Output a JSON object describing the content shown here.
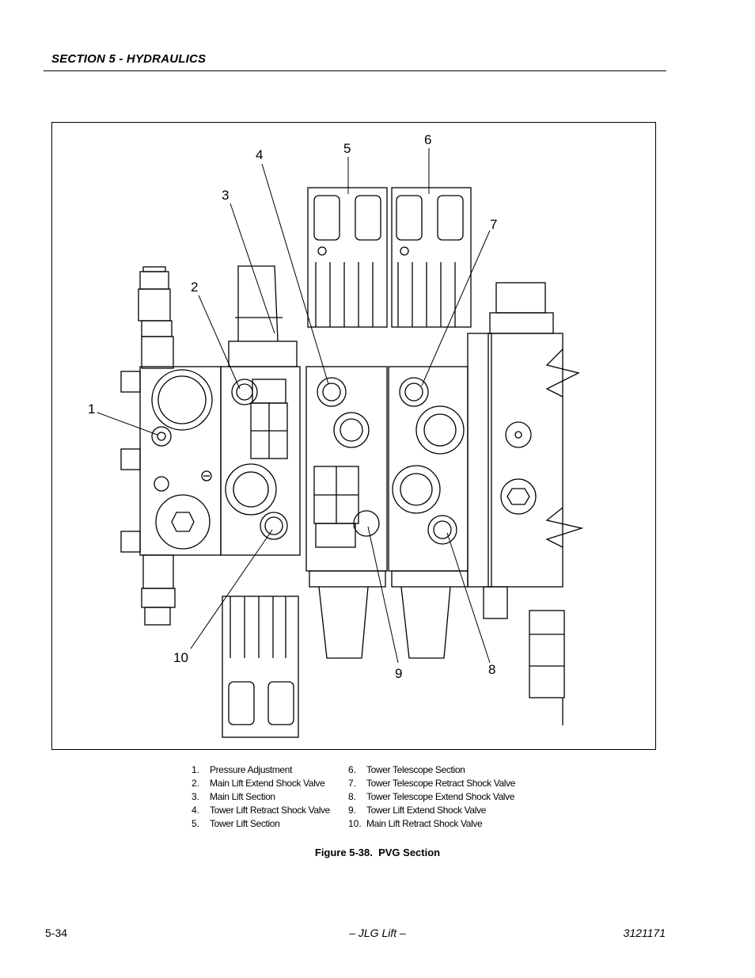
{
  "header": {
    "section_title": "SECTION 5 - HYDRAULICS"
  },
  "figure": {
    "callouts": [
      "1",
      "2",
      "3",
      "4",
      "5",
      "6",
      "7",
      "8",
      "9",
      "10"
    ],
    "legend": [
      {
        "num": "1.",
        "text": "Pressure Adjustment"
      },
      {
        "num": "2.",
        "text": "Main Lift Extend Shock Valve"
      },
      {
        "num": "3.",
        "text": "Main Lift Section"
      },
      {
        "num": "4.",
        "text": "Tower Lift Retract Shock Valve"
      },
      {
        "num": "5.",
        "text": "Tower Lift Section"
      },
      {
        "num": "6.",
        "text": "Tower Telescope Section"
      },
      {
        "num": "7.",
        "text": "Tower Telescope Retract Shock Valve"
      },
      {
        "num": "8.",
        "text": "Tower Telescope Extend Shock Valve"
      },
      {
        "num": "9.",
        "text": "Tower Lift Extend Shock Valve"
      },
      {
        "num": "10.",
        "text": "Main Lift Retract Shock Valve"
      }
    ],
    "caption_label": "Figure 5-38.",
    "caption_title": "PVG Section"
  },
  "footer": {
    "page_number": "5-34",
    "center_text": "– JLG Lift –",
    "doc_number": "3121171"
  }
}
